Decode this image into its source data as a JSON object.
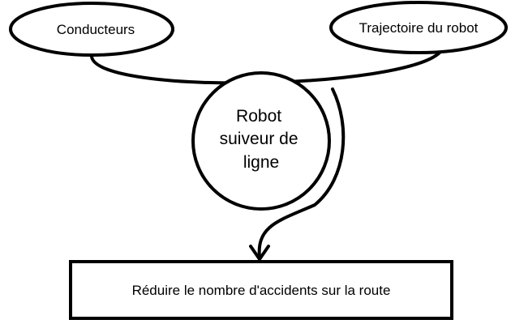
{
  "diagram": {
    "nodes": {
      "conducteurs": {
        "label": "Conducteurs"
      },
      "trajectoire": {
        "label": "Trajectoire du robot"
      },
      "robot": {
        "label_lines": [
          "Robot",
          "suiveur de",
          "ligne"
        ]
      },
      "goal": {
        "label": "Réduire le nombre d'accidents sur la route"
      }
    }
  }
}
